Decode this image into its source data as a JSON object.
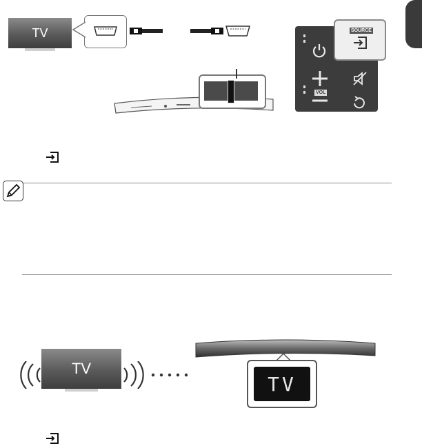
{
  "colors": {
    "tv_screen": "#5a5a5a",
    "remote_body": "#3c3c3c",
    "side_tab": "#3a3a3a",
    "rule": "#888888"
  },
  "connection_diagram": {
    "tv_label": "TV",
    "icons": [
      "hdmi-port-icon",
      "hdmi-cable-icon",
      "hdmi-port-icon"
    ]
  },
  "remote": {
    "source_label": "SOURCE",
    "vol_label": "VOL",
    "icons": [
      "power-icon",
      "source-icon",
      "plus-icon",
      "mute-icon",
      "minus-icon",
      "repeat-icon"
    ]
  },
  "step_icon": "source-icon",
  "note_icon": "note-pencil-icon",
  "wireless_diagram": {
    "tv_label": "TV",
    "display_text": "TV",
    "icons": [
      "wireless-signal-icon",
      "dotted-connection-icon"
    ]
  }
}
